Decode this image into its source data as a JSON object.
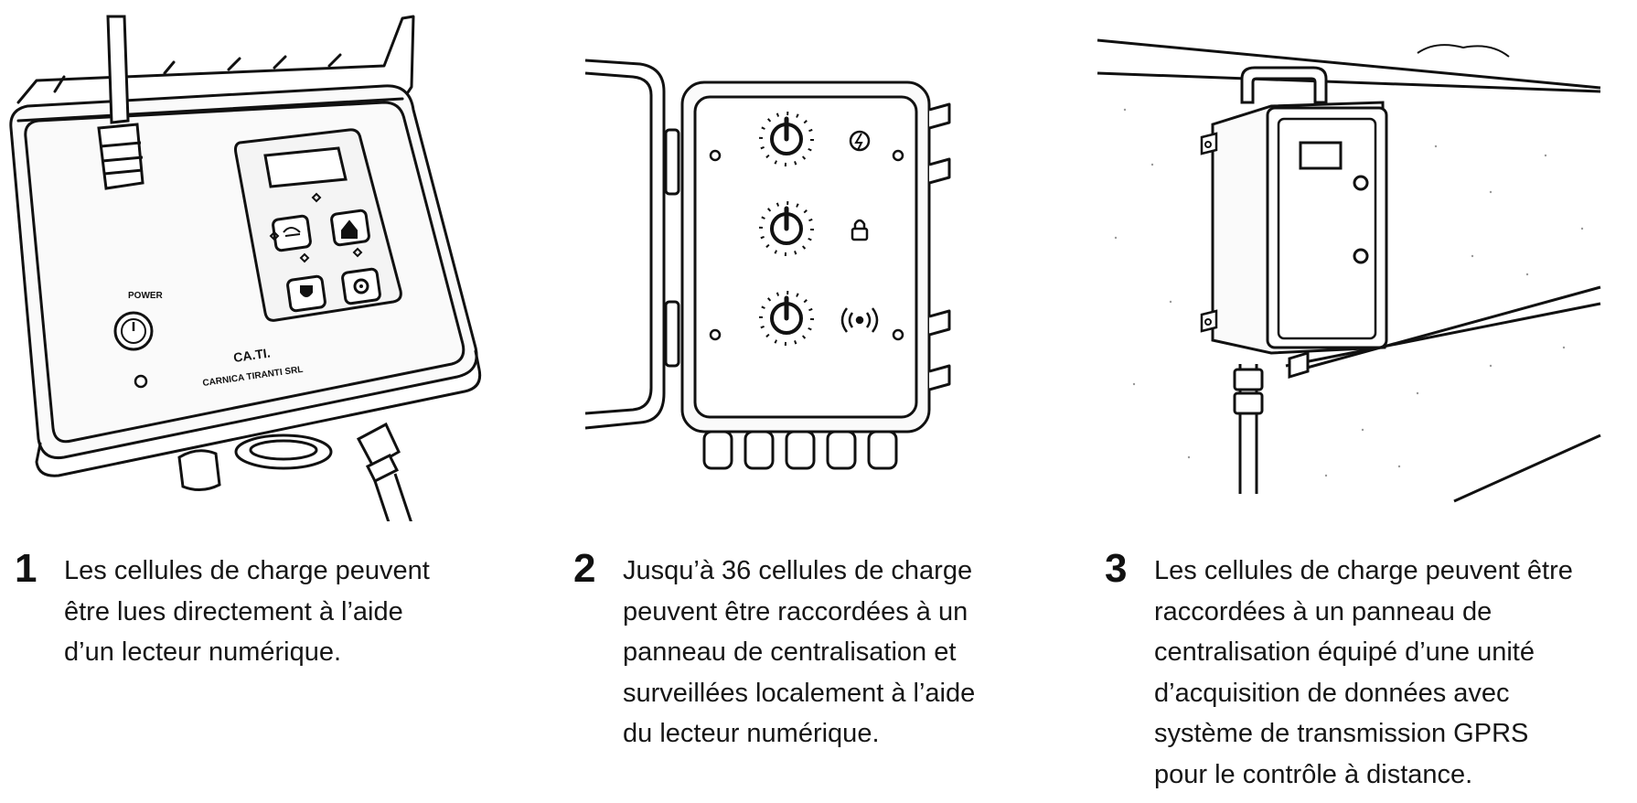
{
  "device_1": {
    "brand_line1": "CA.TI.",
    "brand_line2": "CARNICA TIRANTI SRL",
    "power_label": "POWER"
  },
  "steps": [
    {
      "number": "1",
      "text": "Les cellules de charge peuvent\nêtre lues directement à l’aide\nd’un lecteur numérique."
    },
    {
      "number": "2",
      "text": "Jusqu’à 36 cellules de charge\npeuvent être raccordées à un\npanneau de centralisation et\nsurveillées localement à l’aide\ndu lecteur numérique."
    },
    {
      "number": "3",
      "text": "Les cellules de charge peuvent être\nraccordées à un panneau de\ncentralisation équipé d’une unité\nd’acquisition de données avec\nsystème de transmission GPRS\npour le contrôle à distance."
    }
  ],
  "icons": {
    "device_1": [
      "antenna-icon",
      "display-screen-icon",
      "battery-cycle-icon",
      "home-icon",
      "shield-icon",
      "gear-icon",
      "power-button-icon",
      "led-indicator-icon"
    ],
    "device_2": [
      "lightning-icon",
      "lock-icon",
      "wireless-signal-icon",
      "rotary-knob-icon",
      "cable-gland-icon"
    ],
    "device_3": [
      "enclosure-box-icon",
      "display-screen-icon",
      "pipe-icon"
    ]
  },
  "colors": {
    "ink": "#111111",
    "background": "#ffffff",
    "panel": "#f4f4f4"
  }
}
